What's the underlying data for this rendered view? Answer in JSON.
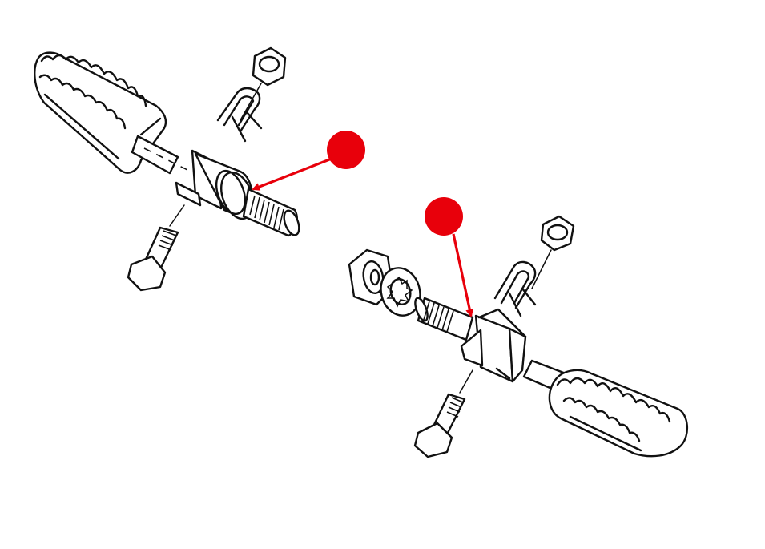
{
  "diagram": {
    "parts": [
      {
        "id": "left-footpeg-assembly",
        "kind": "exploded-view"
      },
      {
        "id": "right-footpeg-assembly",
        "kind": "exploded-view"
      }
    ],
    "callouts": [
      {
        "id": "callout-1",
        "marker_color": "#e8000b",
        "arrow_color": "#e8000b"
      },
      {
        "id": "callout-2",
        "marker_color": "#e8000b",
        "arrow_color": "#e8000b"
      }
    ],
    "line_color": "#111111",
    "background": "#ffffff"
  }
}
